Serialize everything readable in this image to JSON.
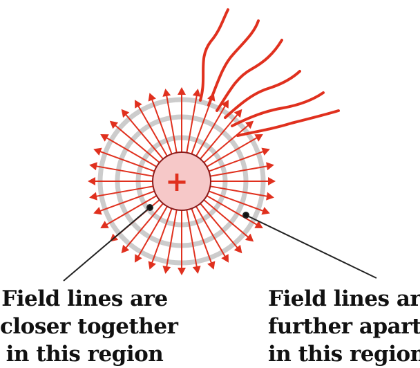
{
  "diagram": {
    "charge_symbol": "+",
    "field_line_count": 36,
    "colors": {
      "field_lines": "#e0301e",
      "rings": "#cccccc",
      "charge_fill": "#f6c8c8",
      "charge_outline": "#8b1a1a",
      "pointer": "#222222",
      "text": "#111111"
    }
  },
  "captions": {
    "left": {
      "line1": "Field lines are",
      "line2": "closer together",
      "line3": "in this region"
    },
    "right": {
      "line1": "Field lines are",
      "line2": "further apart",
      "line3": "in this region"
    }
  }
}
